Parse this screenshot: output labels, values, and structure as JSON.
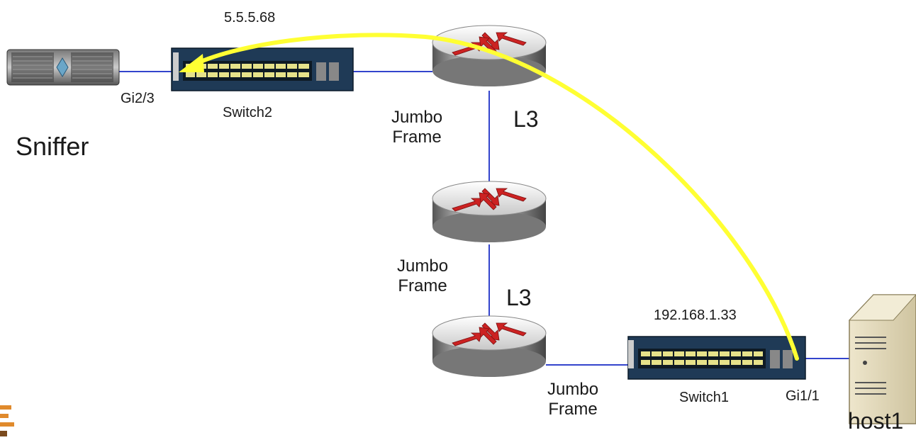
{
  "labels": {
    "ip_switch2": "5.5.5.68",
    "port_sniffer": "Gi2/3",
    "switch2": "Switch2",
    "sniffer": "Sniffer",
    "jumbo_frame_1": "Jumbo\nFrame",
    "l3_top": "L3",
    "jumbo_frame_2": "Jumbo\nFrame",
    "l3_bottom": "L3",
    "ip_switch1": "192.168.1.33",
    "jumbo_frame_3": "Jumbo\nFrame",
    "switch1": "Switch1",
    "port_host": "Gi1/1",
    "host": "host1"
  },
  "colors": {
    "link": "#3344cc",
    "arrow": "#ffff33",
    "router_arrows": "#cc2222"
  },
  "nodes": [
    {
      "id": "sniffer",
      "kind": "rack-server-icon"
    },
    {
      "id": "switch2",
      "kind": "switch-icon"
    },
    {
      "id": "router-top",
      "kind": "router-icon"
    },
    {
      "id": "router-mid",
      "kind": "router-icon"
    },
    {
      "id": "router-bottom",
      "kind": "router-icon"
    },
    {
      "id": "switch1",
      "kind": "switch-icon"
    },
    {
      "id": "host1",
      "kind": "tower-server-icon"
    }
  ],
  "edges": [
    {
      "from": "sniffer",
      "to": "switch2"
    },
    {
      "from": "switch2",
      "to": "router-top"
    },
    {
      "from": "router-top",
      "to": "router-mid"
    },
    {
      "from": "router-mid",
      "to": "router-bottom"
    },
    {
      "from": "router-bottom",
      "to": "switch1"
    },
    {
      "from": "switch1",
      "to": "host1"
    }
  ],
  "flow": {
    "from": "switch1",
    "to": "switch2",
    "style": "curved-arrow"
  }
}
